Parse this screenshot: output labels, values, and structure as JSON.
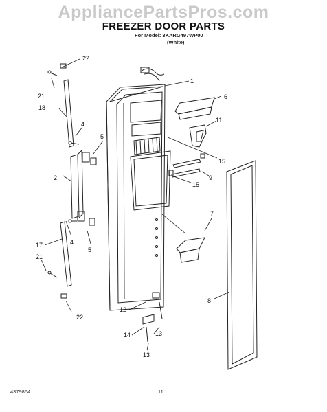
{
  "watermark": "AppliancePartsPros.com",
  "title": "FREEZER DOOR PARTS",
  "model_line": "For Model: 3KARG497WP00",
  "variant": "(White)",
  "footer": {
    "doc_number": "4379864",
    "page_number": "11"
  },
  "callouts": {
    "c1": "1",
    "c2": "2",
    "c4a": "4",
    "c4b": "4",
    "c5a": "5",
    "c5b": "5",
    "c6": "6",
    "c7": "7",
    "c8": "8",
    "c9": "9",
    "c11": "11",
    "c12": "12",
    "c13a": "13",
    "c13b": "13",
    "c14": "14",
    "c15a": "15",
    "c15b": "15",
    "c17": "17",
    "c18": "18",
    "c21a": "21",
    "c21b": "21",
    "c22a": "22",
    "c22b": "22"
  }
}
